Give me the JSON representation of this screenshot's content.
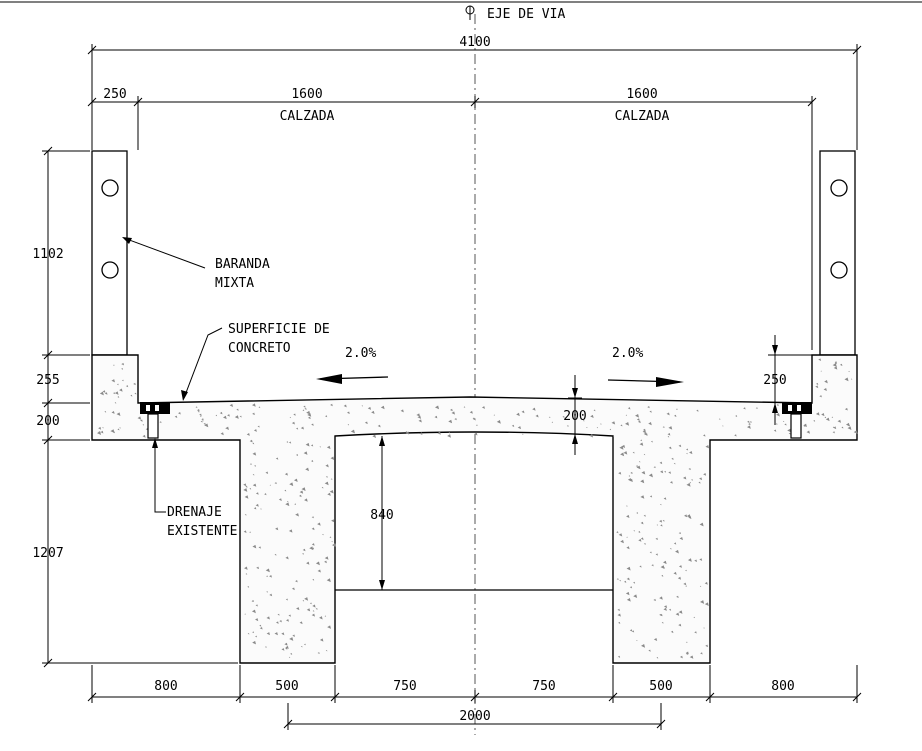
{
  "title": "EJE DE VIA",
  "dimensions": {
    "total_width": "4100",
    "parapet_width": "250",
    "lane_width_left": "1600",
    "lane_width_right": "1600",
    "lane_label_left": "CALZADA",
    "lane_label_right": "CALZADA",
    "railing_height": "1102",
    "curb_height": "255",
    "deck_thickness_left": "200",
    "deck_thickness_center": "200",
    "curb_right": "250",
    "web_depth": "1207",
    "cell_height": "840",
    "bottom_left_overhang": "800",
    "bottom_left_web": "500",
    "bottom_left_half_cell": "750",
    "bottom_right_half_cell": "750",
    "bottom_right_web": "500",
    "bottom_right_overhang": "800",
    "box_width": "2000"
  },
  "slopes": {
    "left": "2.0%",
    "right": "2.0%"
  },
  "annotations": {
    "railing_line1": "BARANDA",
    "railing_line2": "MIXTA",
    "surface_line1": "SUPERFICIE DE",
    "surface_line2": "CONCRETO",
    "drain_line1": "DRENAJE",
    "drain_line2": "EXISTENTE"
  }
}
